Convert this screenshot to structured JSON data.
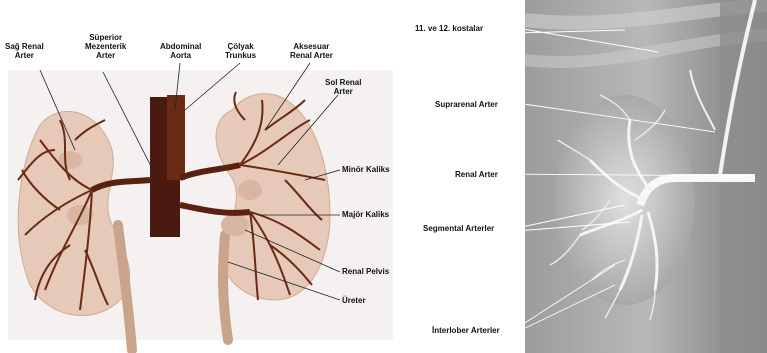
{
  "left_labels": {
    "sag_renal": [
      "Sağ Renal",
      "Arter"
    ],
    "superior": [
      "Süperior",
      "Mezenterik",
      "Arter"
    ],
    "abdominal": [
      "Abdominal",
      "Aorta"
    ],
    "colyak": [
      "Çölyak",
      "Trunkus"
    ],
    "aksesuar": [
      "Aksesuar",
      "Renal Arter"
    ],
    "sol_renal": [
      "Sol Renal",
      "Arter"
    ],
    "minor": "Minör Kaliks",
    "major": "Majör Kaliks",
    "pelvis": "Renal Pelvis",
    "ureter": "Üreter"
  },
  "right_labels": {
    "kostalar": "11. ve 12. kostalar",
    "suprarenal": "Suprarenal Arter",
    "renal": "Renal Arter",
    "segmental": "Segmental Arterler",
    "interlober": "İnterlober Arterler"
  },
  "colors": {
    "artery": "#6b2a14",
    "kidney": "#e6c9b8",
    "aorta": "#4a1a10",
    "ureter": "#c9a38c",
    "angio_bg": "#bdbdbd",
    "angio_dark": "#6e6e6e"
  }
}
